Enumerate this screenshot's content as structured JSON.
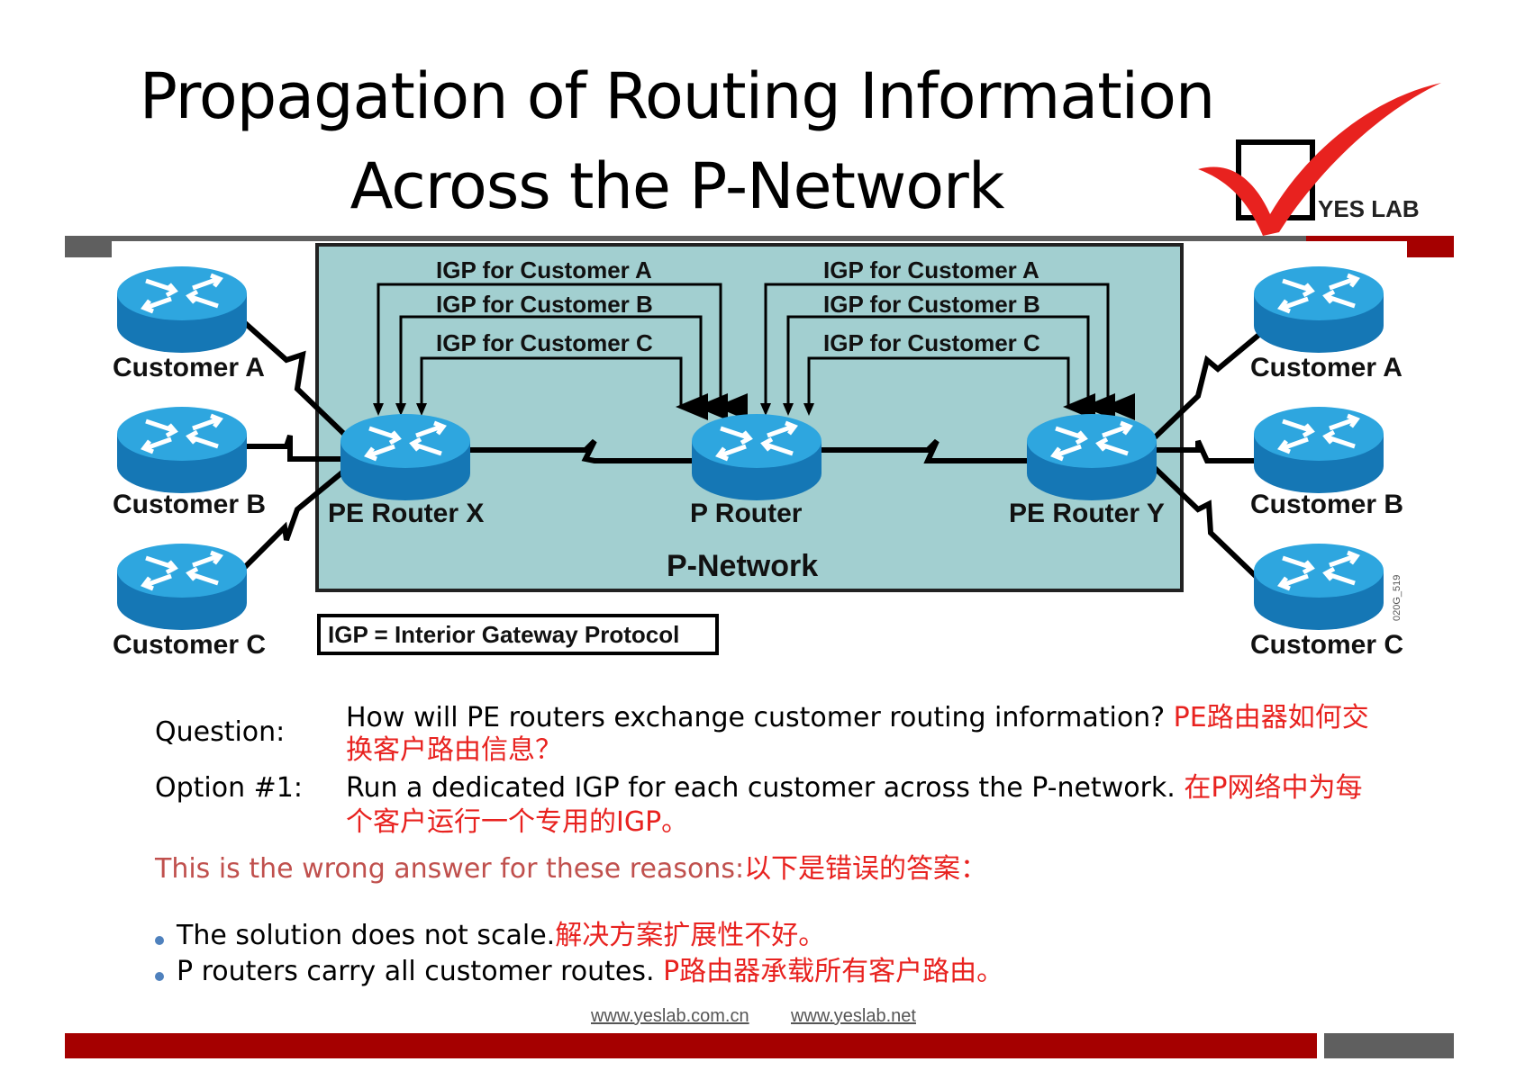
{
  "title": {
    "line1": "Propagation of Routing Information",
    "line2": "Across the P-Network"
  },
  "logo": {
    "text": "YES LAB",
    "icon": "checkmark-icon"
  },
  "diagram": {
    "left_customers": [
      "Customer A",
      "Customer B",
      "Customer C"
    ],
    "right_customers": [
      "Customer A",
      "Customer B",
      "Customer C"
    ],
    "routers": {
      "pe_x": "PE Router X",
      "p": "P Router",
      "pe_y": "PE Router Y"
    },
    "network_label": "P-Network",
    "igp_left": [
      "IGP for Customer A",
      "IGP for Customer B",
      "IGP for Customer C"
    ],
    "igp_right": [
      "IGP for Customer A",
      "IGP for Customer B",
      "IGP for Customer C"
    ],
    "legend": "IGP = Interior Gateway Protocol",
    "figure_id": "020G_519"
  },
  "question": {
    "label": "Question:",
    "text": "How will PE routers exchange customer routing information?",
    "text_cn_1": "PE路由器如何交",
    "text_cn_2": "换客户路由信息？"
  },
  "option": {
    "label": "Option #1:",
    "text": "Run a dedicated IGP for each customer across the P-network.",
    "text_cn_1": "在P网络中为每",
    "text_cn_2": "个客户运行一个专用的IGP。"
  },
  "reasons_heading": {
    "text": "This is the wrong answer for these reasons:",
    "cn": "以下是错误的答案："
  },
  "bullets": [
    {
      "text": "The solution does not scale.",
      "cn": "解决方案扩展性不好。"
    },
    {
      "text": "P routers carry all customer routes.",
      "cn": "P路由器承载所有客户路由。"
    }
  ],
  "footer": {
    "link1": "www.yeslab.com.cn",
    "link2": "www.yeslab.net"
  },
  "colors": {
    "dark_red": "#a50000",
    "gray": "#5f5f5f",
    "network_bg": "#a2cfd0",
    "router": "#1f9bd6"
  }
}
